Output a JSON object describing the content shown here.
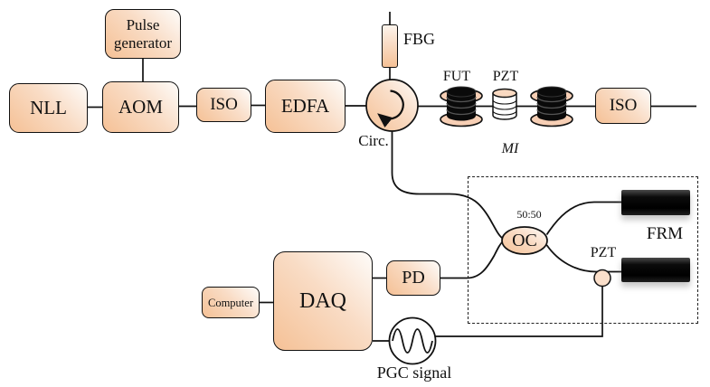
{
  "figure": {
    "kind": "optical-fiber-sensing-experimental-setup",
    "colors": {
      "box_peach": "#f5c196",
      "box_light": "#fefcfa",
      "outline": "#111111",
      "mirror_black": "#000000"
    },
    "components": {
      "pulse_generator": "Pulse generator",
      "nll": "NLL",
      "aom": "AOM",
      "iso_1": "ISO",
      "edfa": "EDFA",
      "fbg": "FBG",
      "circulator": "Circ.",
      "fut": "FUT",
      "pzt_sensing": "PZT",
      "iso_2": "ISO",
      "interferometer": "MI",
      "coupler": "OC",
      "coupler_ratio": "50:50",
      "frm": "FRM",
      "pzt_modulator": "PZT",
      "pd": "PD",
      "daq": "DAQ",
      "computer": "Computer",
      "pgc": "PGC signal"
    }
  }
}
